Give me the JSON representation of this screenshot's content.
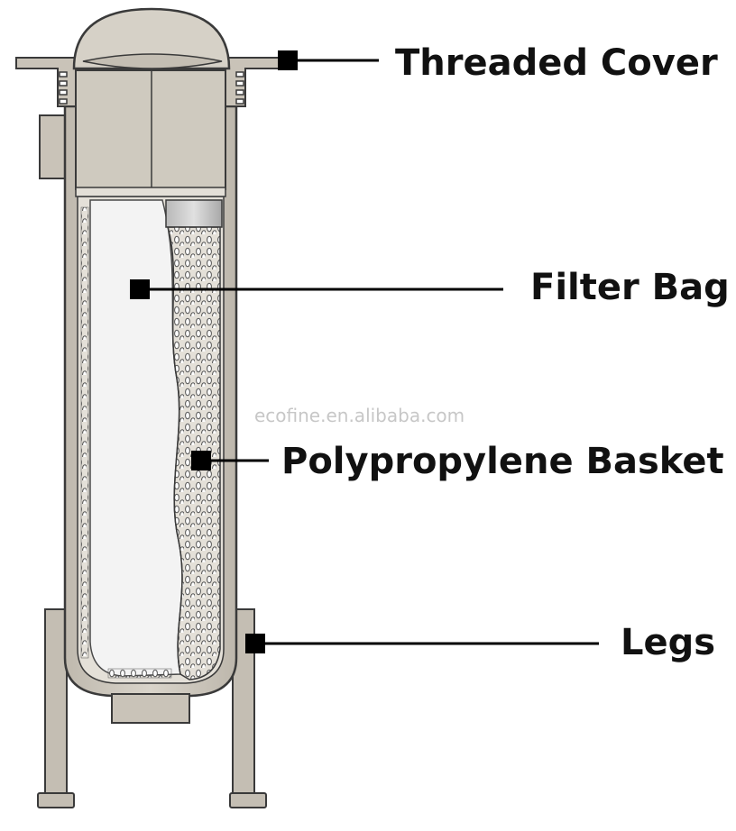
{
  "labels": {
    "threaded_cover": "Threaded Cover",
    "filter_bag": "Filter Bag",
    "basket": "Polypropylene Basket",
    "legs": "Legs"
  },
  "watermark": "ecofine.en.alibaba.com",
  "colors": {
    "body": "#ccc6bb",
    "body_shade": "#b3ada3",
    "body_light": "#ddd8ce",
    "outline": "#3a3a3a",
    "bag": "#f2f2f2",
    "basket": "#c9c9c9",
    "leader": "#000000",
    "background": "#ffffff"
  }
}
